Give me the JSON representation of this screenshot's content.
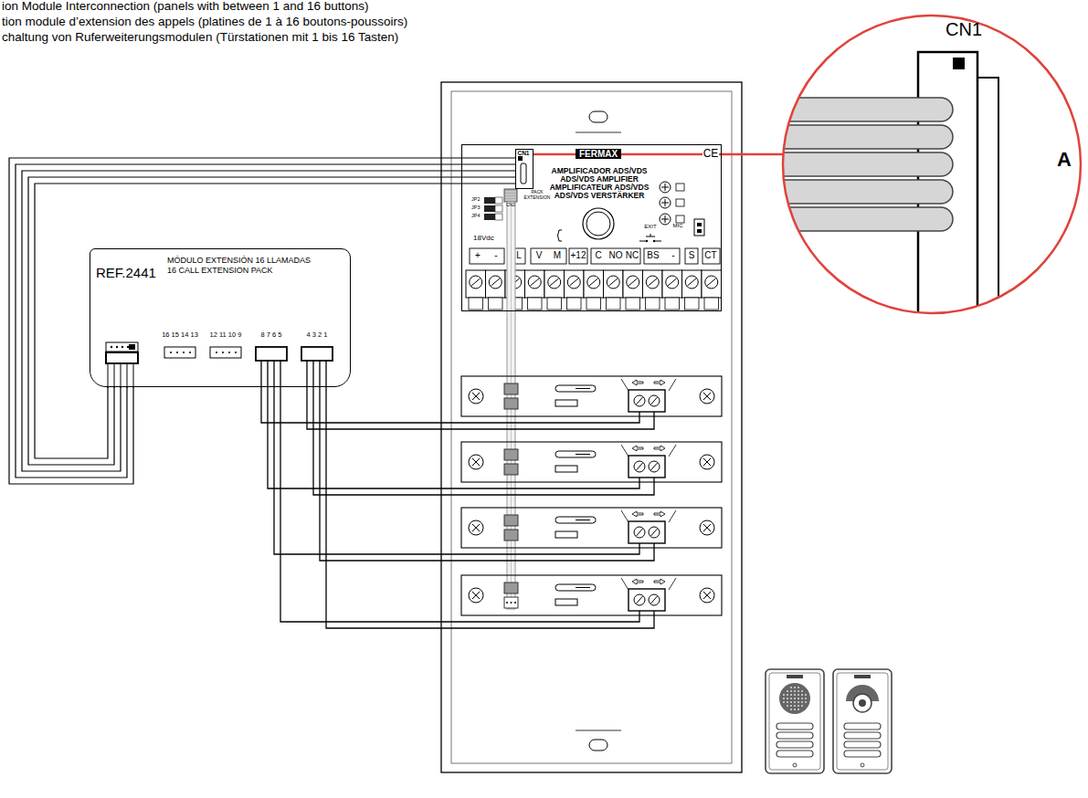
{
  "diagram": {
    "nodes": [
      {
        "text": [
          "REF.2441",
          "MÓDULO EXTENSIÓN 16 LLAMADAS",
          "16 CALL EXTENSION PACK"
        ]
      },
      {
        "text": [
          "AMPLIFICADOR ADS/VDS",
          "ADS/VDS AMPLIFIER",
          "AMPLIFICATEUR ADS/VDS",
          "ADS/VDS VERSTÄRKER"
        ]
      },
      {
        "text": [
          "CN1"
        ],
        "in": 1
      },
      {
        "text": [
          "CN1",
          "A"
        ]
      }
    ],
    "edges": [
      {
        "from": 0,
        "to": 2,
        "arrow": "none"
      },
      {
        "from": 2,
        "to": 3,
        "arrow": "none"
      }
    ],
    "labels": [
      "ion Module Interconnection (panels with between 1 and 16 buttons)",
      "tion module d’extension des appels (platines de 1 à 16 boutons-poussoirs)",
      "chaltung von Ruferweiterungsmodulen (Türstationen mit 1 bis 16 Tasten)",
      "FERMAX",
      "PACK EXTENSION",
      "CN2",
      "JP2",
      "JP3",
      "JP4",
      "18Vdc",
      "EXIT",
      "MIC",
      "+",
      "-",
      "L",
      "V",
      "M",
      "+12",
      "C",
      "NO",
      "NC",
      "BS",
      "-",
      "S",
      "CT",
      "16 15 14 13",
      "12 11 10 9",
      "8 7 6 5",
      "4 3 2 1",
      "CE"
    ]
  }
}
